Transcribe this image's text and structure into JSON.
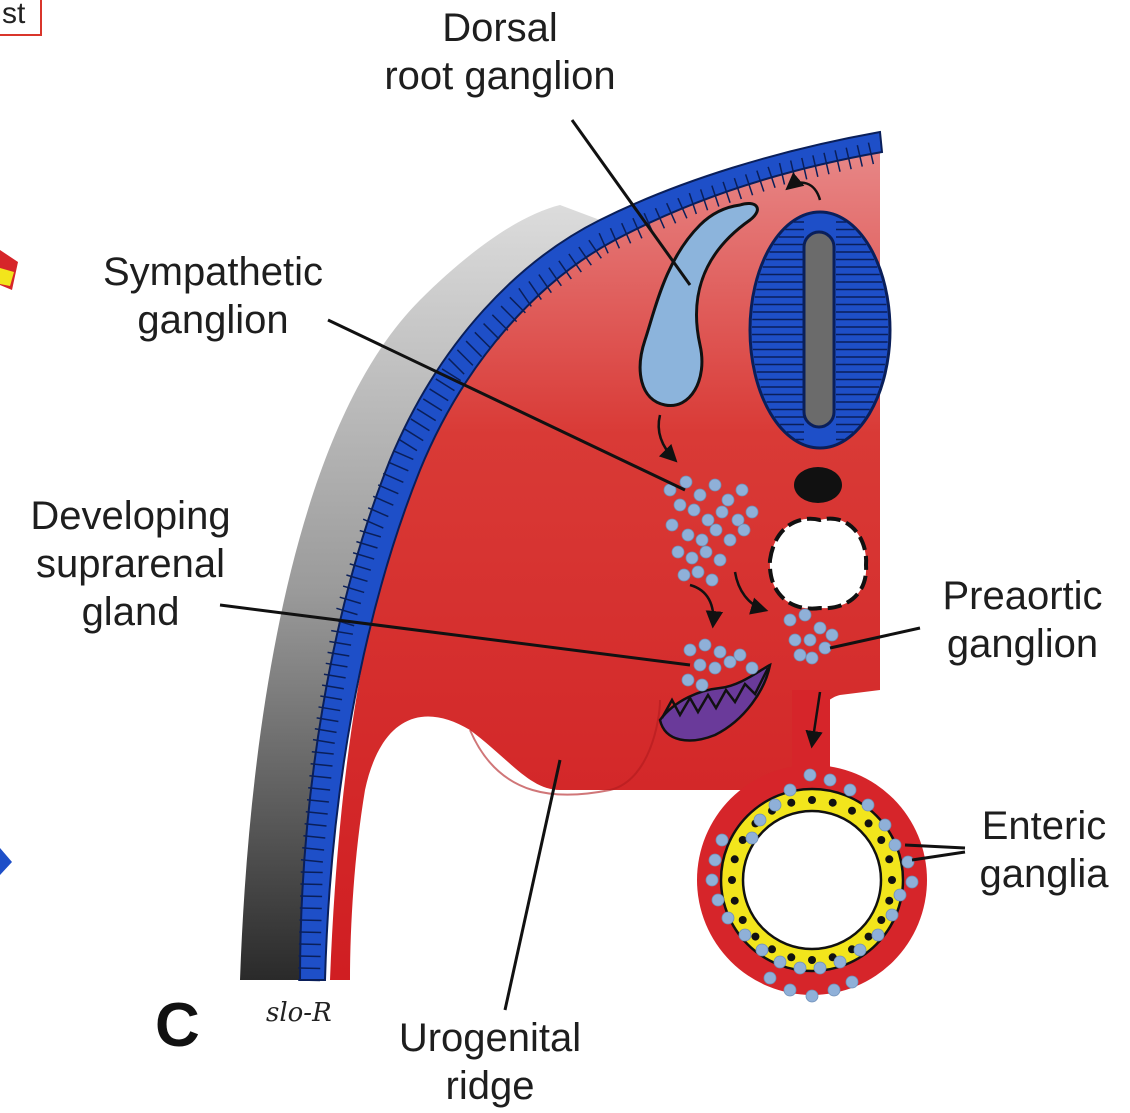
{
  "corner_tag": "st",
  "panel_letter": "C",
  "signature": "slo-R",
  "labels": {
    "dorsal_root_ganglion": [
      "Dorsal",
      "root ganglion"
    ],
    "sympathetic_ganglion": [
      "Sympathetic",
      "ganglion"
    ],
    "developing_suprarenal_gland": [
      "Developing",
      "suprarenal",
      "gland"
    ],
    "preaortic_ganglion": [
      "Preaortic",
      "ganglion"
    ],
    "enteric_ganglia": [
      "Enteric",
      "ganglia"
    ],
    "urogenital_ridge": [
      "Urogenital",
      "ridge"
    ]
  },
  "colors": {
    "tissue_red": "#d6252a",
    "ectoderm_blue": "#1e4fc8",
    "neural_crest_cells": "#8fb0d8",
    "dorsal_root_ganglion": "#8cb4dc",
    "gut_epithelium_yellow": "#f2e51c",
    "suprarenal_purple": "#6a3a9a"
  }
}
